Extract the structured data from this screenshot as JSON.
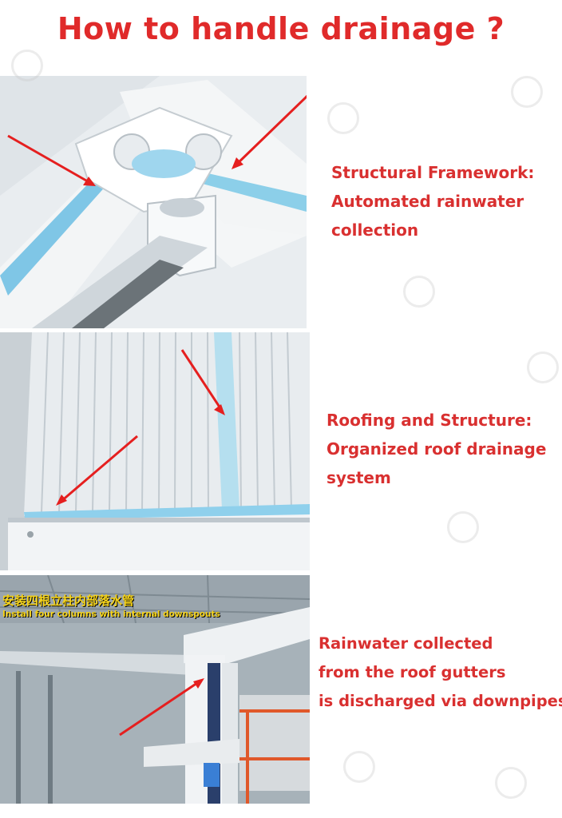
{
  "title": "How to handle drainage ?",
  "sections": [
    {
      "caption": [
        "Structural Framework:",
        "Automated rainwater",
        "collection"
      ]
    },
    {
      "caption": [
        "Roofing and Structure:",
        "Organized roof drainage",
        "system"
      ]
    },
    {
      "caption": [
        "Rainwater collected",
        "from the roof gutters",
        "is discharged via downpipes."
      ],
      "overlay_zh": "安装四根立柱内部落水管",
      "overlay_en": "Install four columns with internal downspouts"
    }
  ],
  "colors": {
    "title": "#e02a2a",
    "caption": "#d93030",
    "arrow": "#e51f1f",
    "water": "#6fc3e8",
    "overlay": "#f4d21a"
  },
  "icons": [
    "red-arrow-icon",
    "watermark-logo-icon"
  ]
}
